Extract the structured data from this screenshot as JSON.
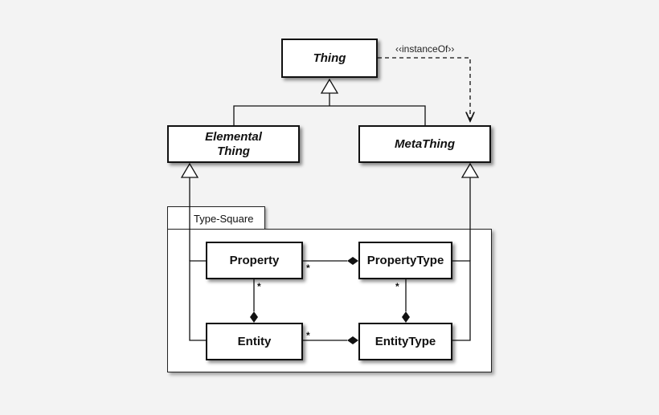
{
  "classes": {
    "thing": "Thing",
    "elemental_thing_line1": "Elemental",
    "elemental_thing_line2": "Thing",
    "meta_thing": "MetaThing",
    "property": "Property",
    "property_type": "PropertyType",
    "entity": "Entity",
    "entity_type": "EntityType"
  },
  "package": {
    "name": "Type-Square"
  },
  "relations": {
    "instance_of": "‹‹instanceOf››",
    "mult_property_propertytype": "*",
    "mult_property_entity": "*",
    "mult_propertytype_entitytype": "*",
    "mult_entity_entitytype": "*"
  }
}
